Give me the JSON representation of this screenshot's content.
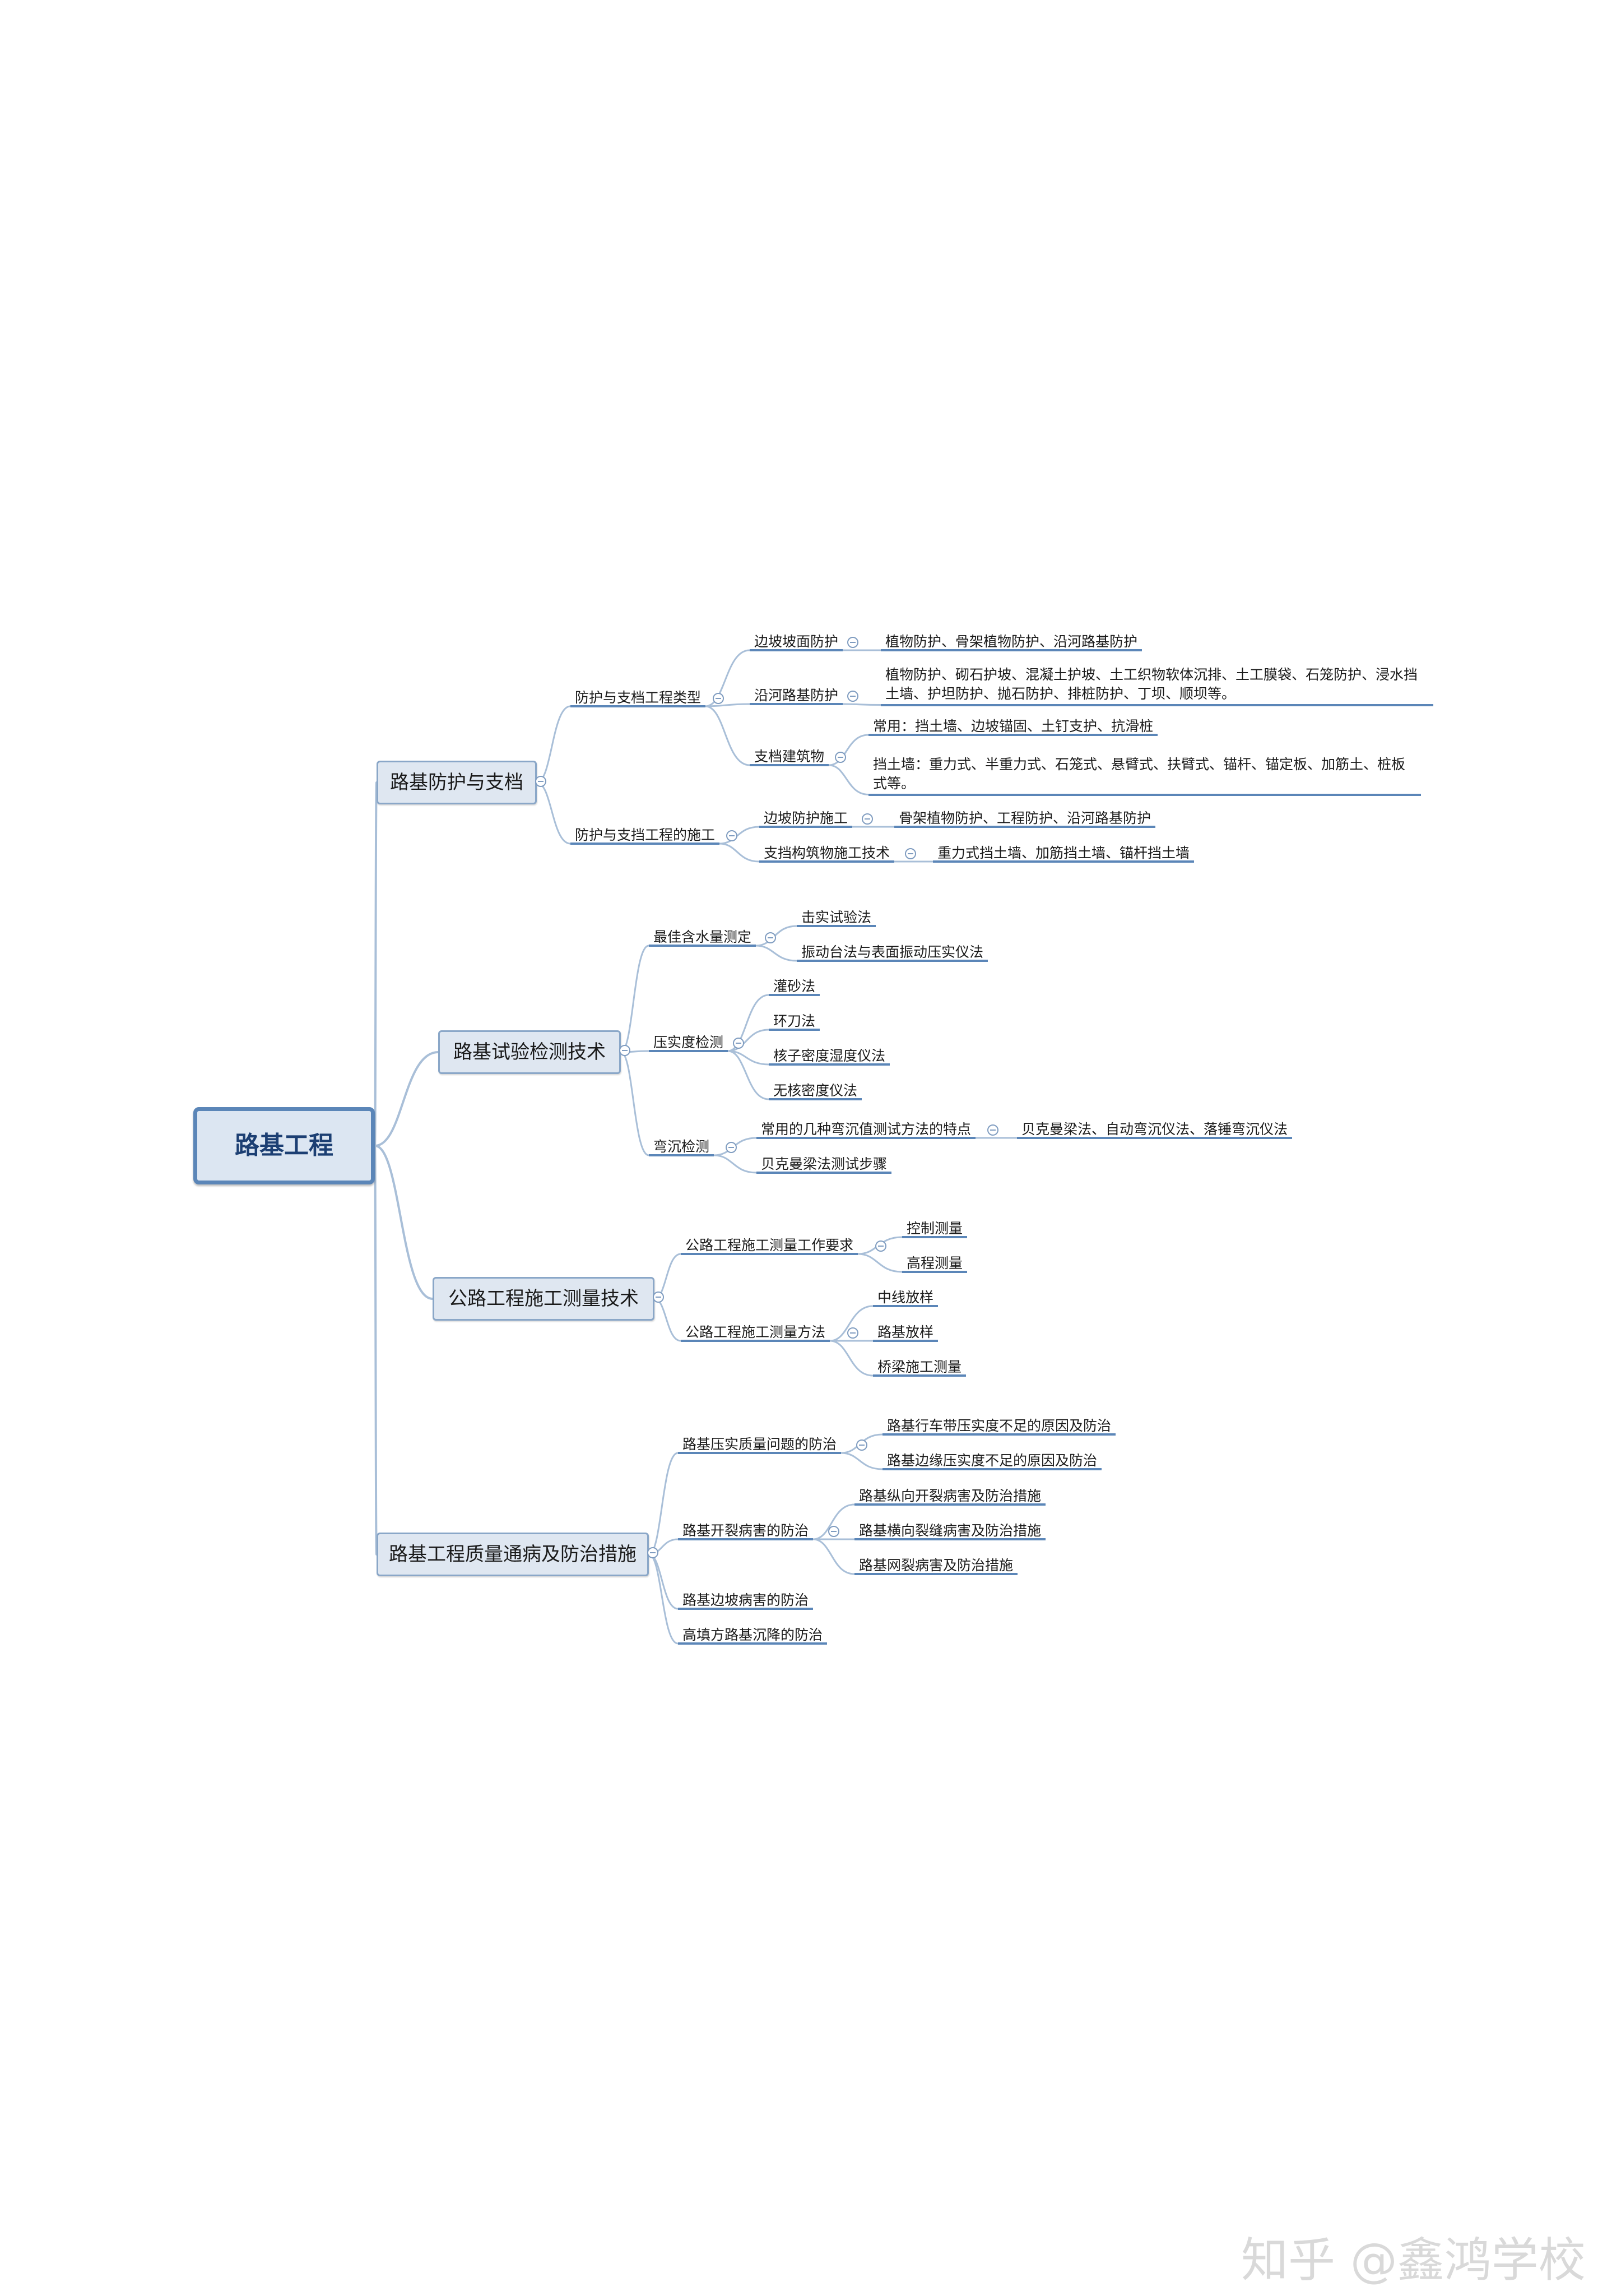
{
  "mindmap": {
    "root": "路基工程",
    "branches": [
      {
        "label": "路基防护与支档",
        "children": [
          {
            "label": "防护与支档工程类型",
            "children": [
              {
                "label": "边坡坡面防护",
                "children": [
                  "植物防护、骨架植物防护、沿河路基防护"
                ]
              },
              {
                "label": "沿河路基防护",
                "children": [
                  "植物防护、砌石护坡、混凝土护坡、土工织物软体沉排、土工膜袋、石笼防护、浸水挡土墙、护坦防护、抛石防护、排桩防护、丁坝、顺坝等。"
                ]
              },
              {
                "label": "支档建筑物",
                "children": [
                  "常用：挡土墙、边坡锚固、土钉支护、抗滑桩",
                  "挡土墙：重力式、半重力式、石笼式、悬臂式、扶臂式、锚杆、锚定板、加筋土、桩板式等。"
                ]
              }
            ]
          },
          {
            "label": "防护与支挡工程的施工",
            "children": [
              {
                "label": "边坡防护施工",
                "children": [
                  "骨架植物防护、工程防护、沿河路基防护"
                ]
              },
              {
                "label": "支挡构筑物施工技术",
                "children": [
                  "重力式挡土墙、加筋挡土墙、锚杆挡土墙"
                ]
              }
            ]
          }
        ]
      },
      {
        "label": "路基试验检测技术",
        "children": [
          {
            "label": "最佳含水量测定",
            "children": [
              "击实试验法",
              "振动台法与表面振动压实仪法"
            ]
          },
          {
            "label": "压实度检测",
            "children": [
              "灌砂法",
              "环刀法",
              "核子密度湿度仪法",
              "无核密度仪法"
            ]
          },
          {
            "label": "弯沉检测",
            "children": [
              {
                "label": "常用的几种弯沉值测试方法的特点",
                "children": [
                  "贝克曼梁法、自动弯沉仪法、落锤弯沉仪法"
                ]
              },
              {
                "label": "贝克曼梁法测试步骤",
                "children": []
              }
            ]
          }
        ]
      },
      {
        "label": "公路工程施工测量技术",
        "children": [
          {
            "label": "公路工程施工测量工作要求",
            "children": [
              "控制测量",
              "高程测量"
            ]
          },
          {
            "label": "公路工程施工测量方法",
            "children": [
              "中线放样",
              "路基放样",
              "桥梁施工测量"
            ]
          }
        ]
      },
      {
        "label": "路基工程质量通病及防治措施",
        "children": [
          {
            "label": "路基压实质量问题的防治",
            "children": [
              "路基行车带压实度不足的原因及防治",
              "路基边缘压实度不足的原因及防治"
            ]
          },
          {
            "label": "路基开裂病害的防治",
            "children": [
              "路基纵向开裂病害及防治措施",
              "路基横向裂缝病害及防治措施",
              "路基网裂病害及防治措施"
            ]
          },
          {
            "label": "路基边坡病害的防治",
            "children": []
          },
          {
            "label": "高填方路基沉降的防治",
            "children": []
          }
        ]
      }
    ]
  },
  "watermark": "知乎 @鑫鸿学校",
  "colors": {
    "line": "#a9bfd8",
    "underline": "#5b86b8",
    "root_border": "#5b86b8",
    "node_fill": "#dfe7f1"
  }
}
